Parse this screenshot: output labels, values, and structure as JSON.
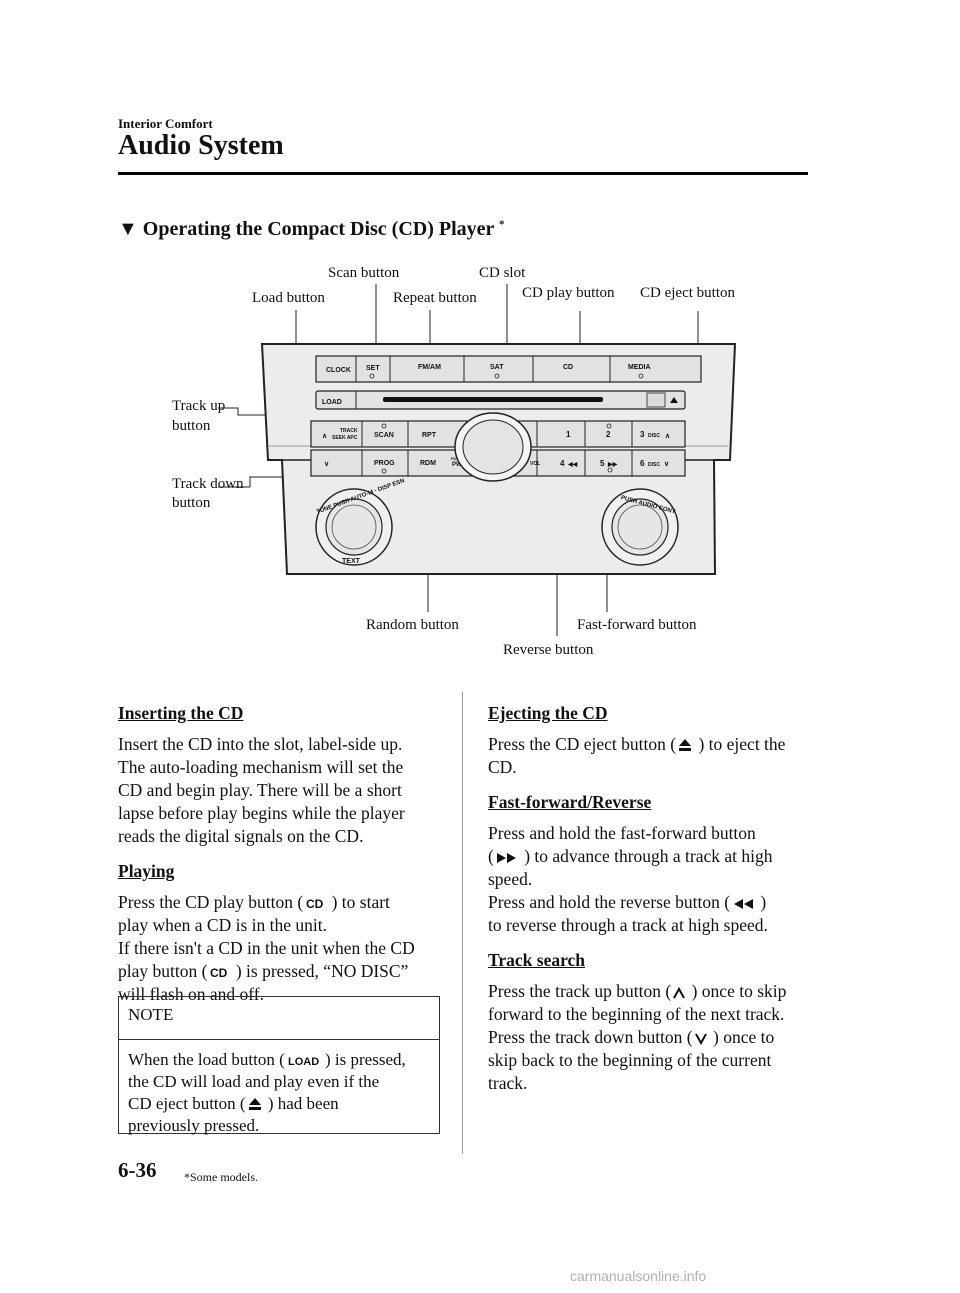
{
  "header": {
    "section": "Interior Comfort",
    "title": "Audio System"
  },
  "subheading": {
    "marker": "▼",
    "text": "Operating the Compact Disc (CD) Player",
    "asterisk": "*"
  },
  "figure": {
    "callouts": {
      "scan": "Scan button",
      "cd_slot": "CD slot",
      "load": "Load button",
      "repeat": "Repeat button",
      "cd_play": "CD play button",
      "cd_eject": "CD eject button",
      "track_up_1": "Track up",
      "track_up_2": "button",
      "track_down_1": "Track down",
      "track_down_2": "button",
      "random": "Random button",
      "fast_forward": "Fast-forward button",
      "reverse": "Reverse button"
    },
    "panel_labels": {
      "clock": "CLOCK",
      "set": "SET",
      "fmam": "FM/AM",
      "sat": "SAT",
      "cd": "CD",
      "media": "MEDIA",
      "load": "LOAD",
      "track": "TRACK",
      "seek_apc": "SEEK APC",
      "scan": "SCAN",
      "rpt": "RPT",
      "one": "1",
      "two": "2",
      "three": "3",
      "disc": "DISC",
      "prog": "PROG",
      "rdm": "RDM",
      "push": "PUSH",
      "pwr": "PWR",
      "vol": "VOL",
      "four": "4",
      "five": "5",
      "six": "6",
      "tune": "TUNE PUSH AUTO-M · DISP ESN",
      "text": "TEXT",
      "audio": "PUSH AUDIO CONT"
    }
  },
  "left_column": {
    "inserting": {
      "heading": "Inserting the CD",
      "body": [
        "Insert the CD into the slot, label-side up.",
        "The auto-loading mechanism will set the",
        "CD and begin play. There will be a short",
        "lapse before play begins while the player",
        "reads the digital signals on the CD."
      ]
    },
    "playing": {
      "heading": "Playing",
      "l1a": "Press the CD play button (",
      "l1b": " ) to start",
      "l2": "play when a CD is in the unit.",
      "l3": "If there isn't a CD in the unit when the CD",
      "l4a": "play button (",
      "l4b": " ) is pressed, “NO DISC”",
      "l5": "will flash on and off."
    },
    "note": {
      "heading": "NOTE",
      "l1a": "When the load button (",
      "l1b": " ) is pressed,",
      "l2": "the CD will load and play even if the",
      "l3a": "CD eject button (",
      "l3b": " ) had been",
      "l4": "previously pressed."
    }
  },
  "right_column": {
    "ejecting": {
      "heading": "Ejecting the CD",
      "l1a": "Press the CD eject button (",
      "l1b": " ) to eject the",
      "l2": "CD."
    },
    "ffrev": {
      "heading": "Fast-forward/Reverse",
      "l1": "Press and hold the fast-forward button",
      "l2a": "(",
      "l2b": " ) to advance through a track at high",
      "l3": "speed.",
      "l4a": "Press and hold the reverse button (",
      "l4b": " )",
      "l5": "to reverse through a track at high speed."
    },
    "track_search": {
      "heading": "Track search",
      "l1a": "Press the track up button (",
      "l1b": " ) once to skip",
      "l2": "forward to the beginning of the next track.",
      "l3a": "Press the track down button (",
      "l3b": " ) once to",
      "l4": "skip back to the beginning of the current",
      "l5": "track."
    }
  },
  "footer": {
    "page_number": "6-36",
    "footnote_marker": "*",
    "footnote": "Some models.",
    "watermark": "carmanualsonline.info"
  }
}
